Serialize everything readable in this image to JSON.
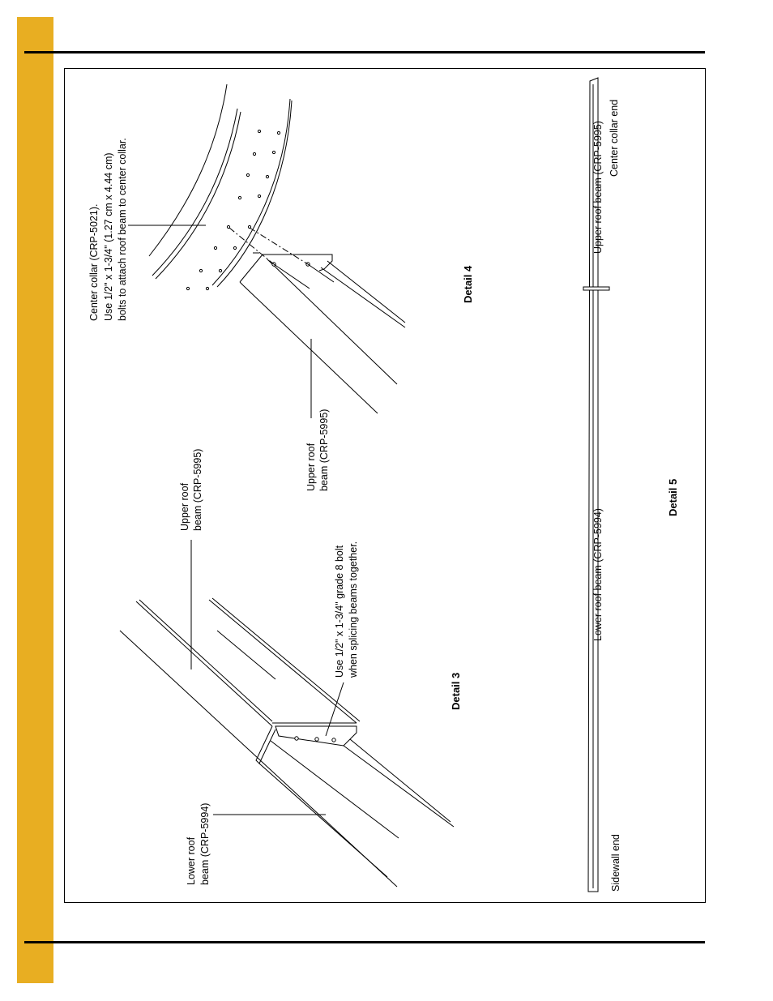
{
  "colors": {
    "side_bar": "#e8ae22",
    "ink": "#000000"
  },
  "detail3": {
    "title": "Detail 3",
    "lower_beam_label": [
      "Lower roof",
      "beam (CRP-5994)"
    ],
    "upper_beam_label": [
      "Upper roof",
      "beam (CRP-5995)"
    ],
    "bolt_note": [
      "Use 1/2\" x 1-3/4\" grade 8 bolt",
      "when splicing beams together."
    ]
  },
  "detail4": {
    "title": "Detail 4",
    "collar_note": [
      "Center collar (CRP-5021).",
      "Use 1/2\" x 1-3/4\" (1.27 cm x 4.44 cm)",
      "bolts to attach roof beam to center collar."
    ],
    "upper_beam_label": [
      "Upper roof",
      "beam (CRP-5995)"
    ]
  },
  "detail5": {
    "title": "Detail 5",
    "lower_beam_label": "Lower roof beam (CRP-5994)",
    "upper_beam_label": "Upper roof beam (CRP-5995)",
    "sidewall_end": "Sidewall end",
    "center_collar_end": "Center collar end"
  }
}
